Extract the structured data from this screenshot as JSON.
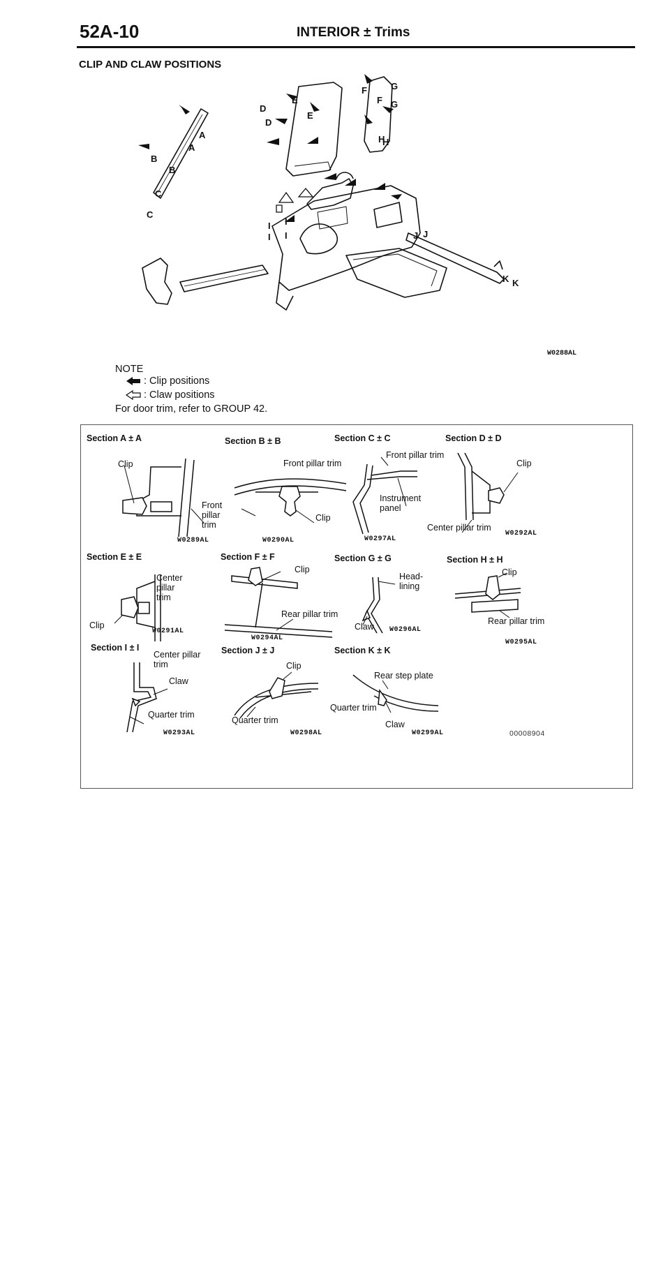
{
  "header": {
    "page_number": "52A-10",
    "section_title": "INTERIOR ± Trims"
  },
  "document": {
    "title": "CLIP AND CLAW POSITIONS",
    "main_figure_code": "W0288AL",
    "callouts": [
      "A",
      "A",
      "B",
      "B",
      "C",
      "C",
      "D",
      "D",
      "E",
      "E",
      "F",
      "F",
      "G",
      "G",
      "H",
      "H",
      "I",
      "I",
      "I",
      "I",
      "J",
      "J",
      "K",
      "K"
    ]
  },
  "note": {
    "label": "NOTE",
    "clip_text": ": Clip positions",
    "claw_text": ": Claw positions",
    "door_text": "For door trim, refer to GROUP 42."
  },
  "sections": {
    "A": {
      "title": "Section A ± A",
      "labels": [
        "Clip",
        "Front\npillar\ntrim"
      ],
      "code": "W0289AL"
    },
    "B": {
      "title": "Section B ± B",
      "labels": [
        "Front pillar trim",
        "Clip"
      ],
      "code": "W0290AL"
    },
    "C": {
      "title": "Section C ± C",
      "labels": [
        "Front pillar trim",
        "Instrument\npanel"
      ],
      "code": "W0297AL"
    },
    "D": {
      "title": "Section D ± D",
      "labels": [
        "Clip",
        "Center pillar trim"
      ],
      "code": "W0292AL"
    },
    "E": {
      "title": "Section E ± E",
      "labels": [
        "Center\npillar\ntrim",
        "Clip"
      ],
      "code": "W0291AL"
    },
    "F": {
      "title": "Section F ± F",
      "labels": [
        "Clip",
        "Rear pillar trim"
      ],
      "code": "W0294AL"
    },
    "G": {
      "title": "Section G ± G",
      "labels": [
        "Head-\nlining",
        "Claw"
      ],
      "code": "W0296AL"
    },
    "H": {
      "title": "Section H ± H",
      "labels": [
        "Clip",
        "Rear pillar trim"
      ],
      "code": "W0295AL"
    },
    "I": {
      "title": "Section I ± I",
      "labels": [
        "Center pillar\ntrim",
        "Claw",
        "Quarter trim"
      ],
      "code": "W0293AL"
    },
    "J": {
      "title": "Section J ± J",
      "labels": [
        "Clip",
        "Quarter trim"
      ],
      "code": "W0298AL"
    },
    "K": {
      "title": "Section K ± K",
      "labels": [
        "Rear step plate",
        "Quarter trim",
        "Claw"
      ],
      "code": "W0299AL"
    }
  },
  "panel_code": "00008904",
  "colors": {
    "ink": "#111111",
    "border": "#555555"
  },
  "icons": {
    "clip_marker": "filled-arrow-icon",
    "claw_marker": "outline-arrow-icon"
  }
}
